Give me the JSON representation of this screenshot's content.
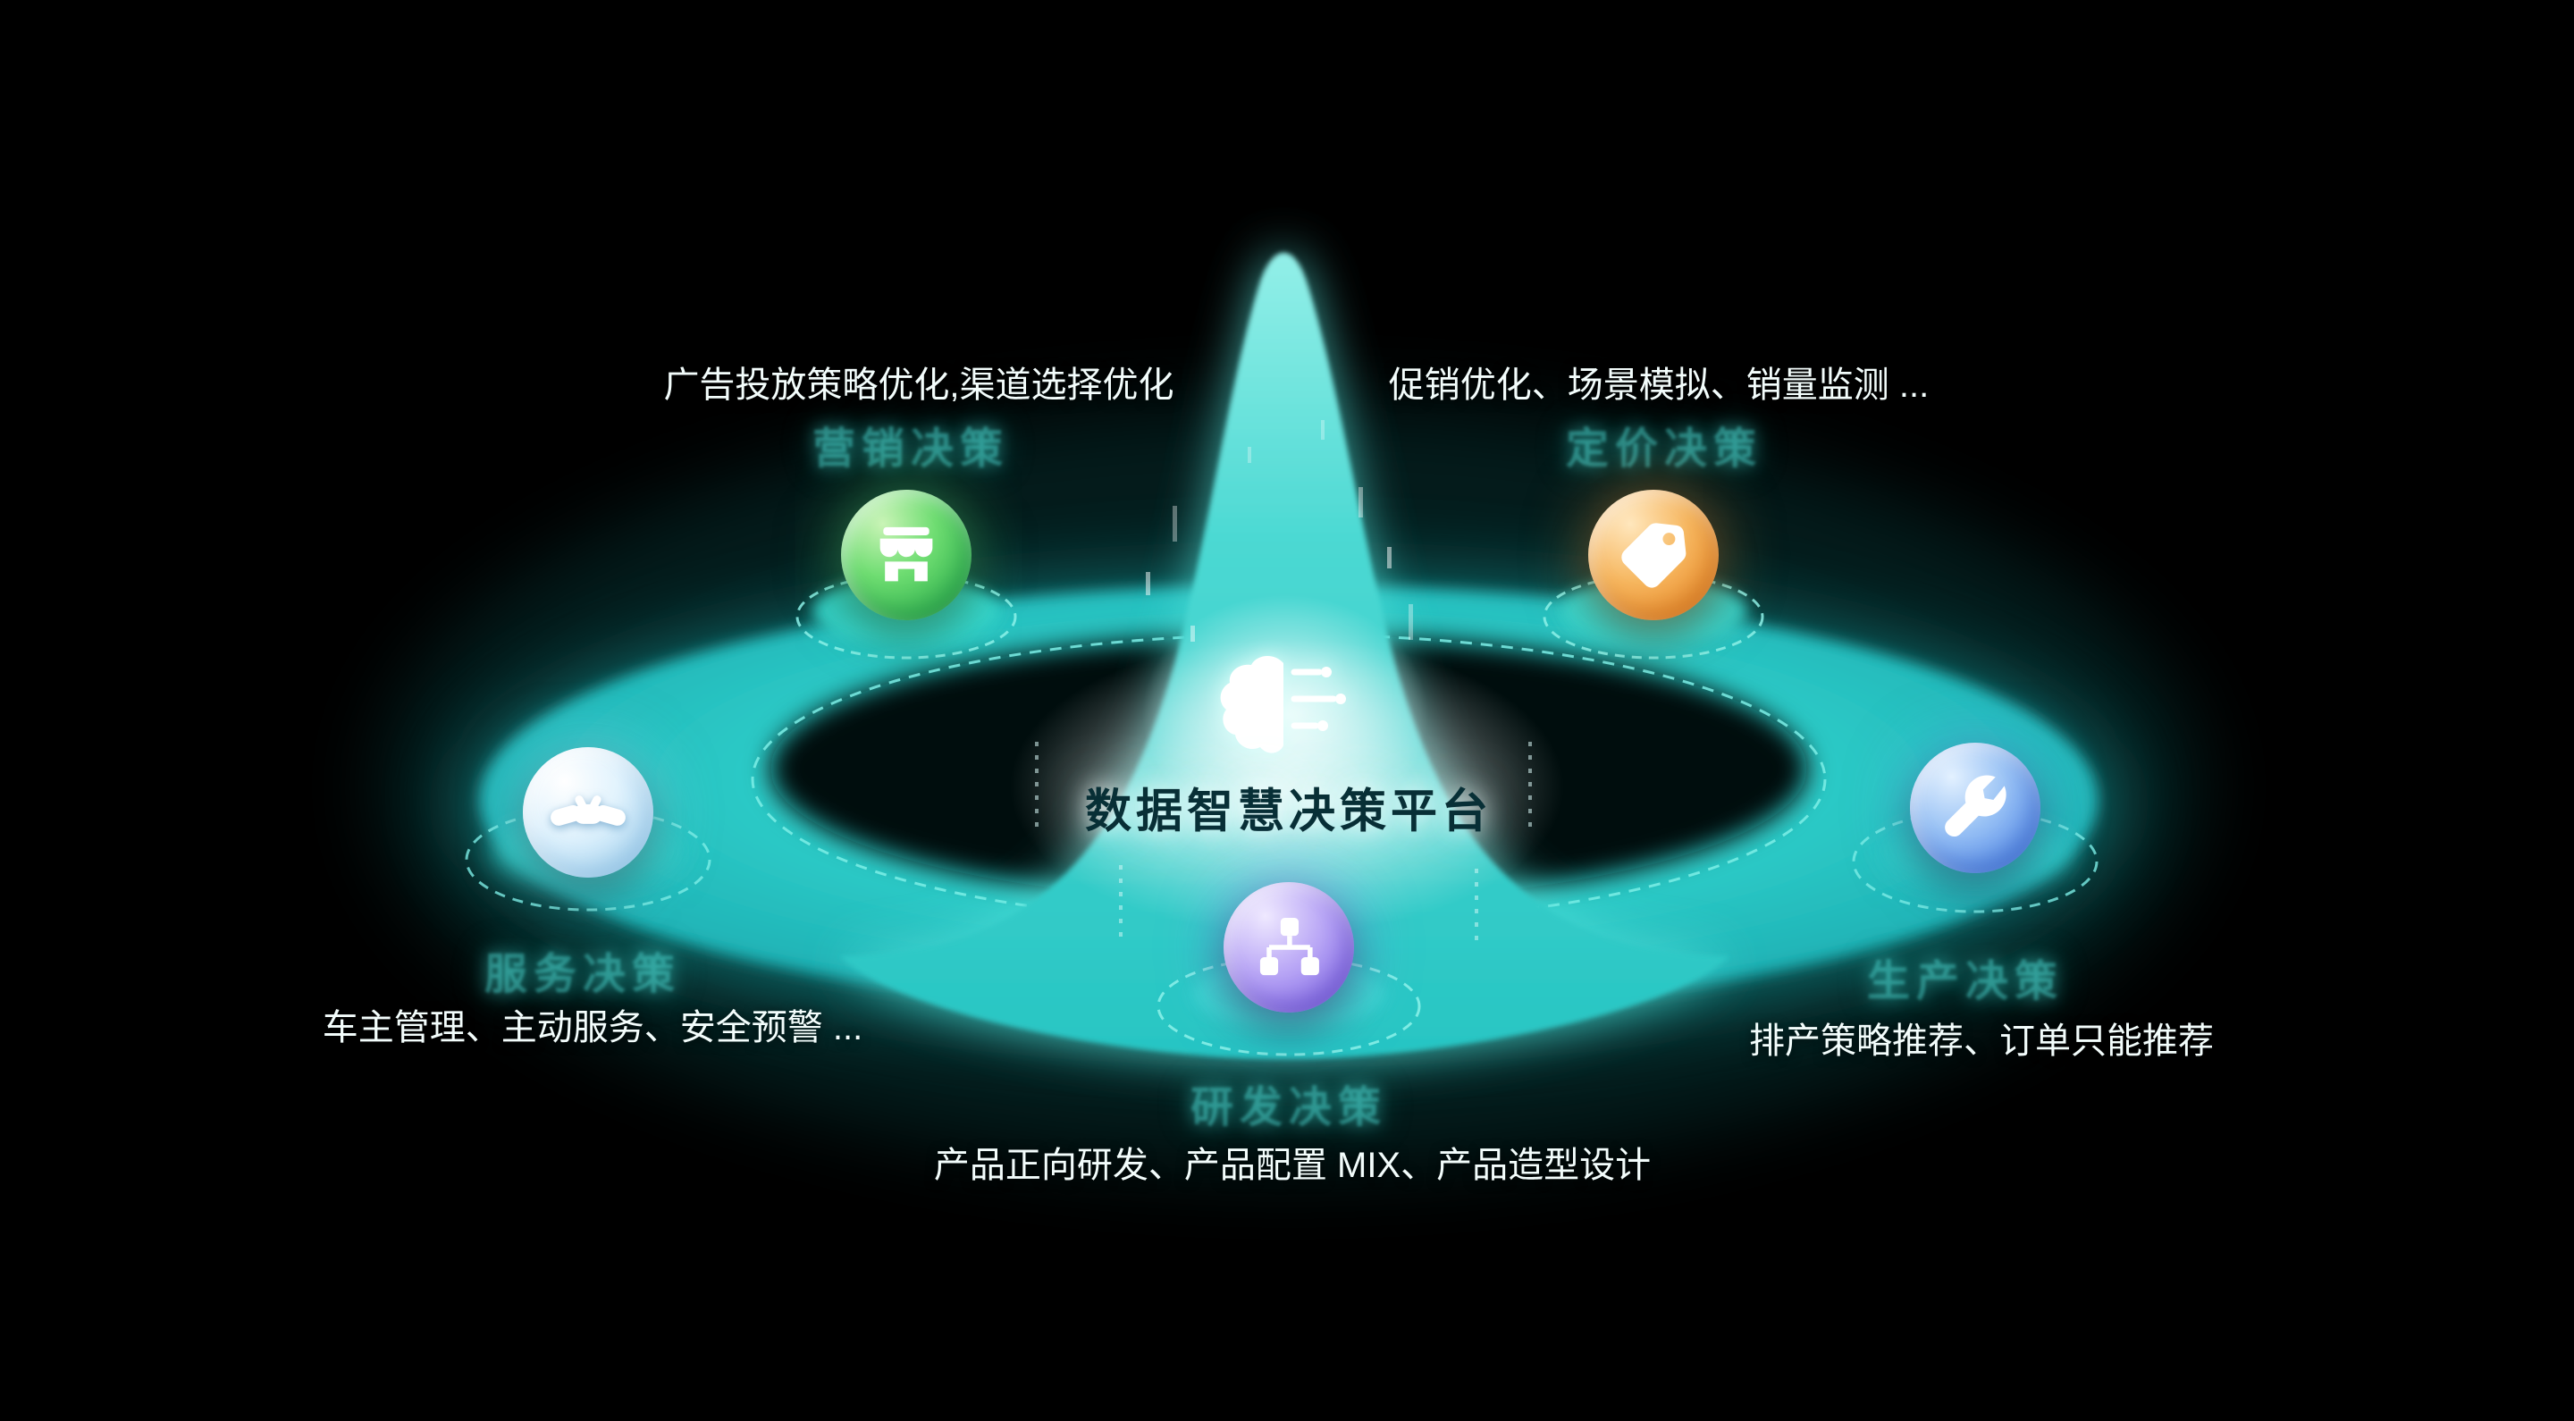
{
  "center": {
    "title": "数据智慧决策平台",
    "icon": "brain-circuit-icon"
  },
  "nodes": [
    {
      "id": "marketing",
      "category": "营销决策",
      "description": "广告投放策略优化,渠道选择优化",
      "icon": "store-icon",
      "accent": "#4ccb5c"
    },
    {
      "id": "pricing",
      "category": "定价决策",
      "description": "促销优化、场景模拟、销量监测 ...",
      "icon": "price-tag-icon",
      "accent": "#f09a40"
    },
    {
      "id": "service",
      "category": "服务决策",
      "description": "车主管理、主动服务、安全预警 ...",
      "icon": "handshake-icon",
      "accent": "#bfe6f8"
    },
    {
      "id": "production",
      "category": "生产决策",
      "description": "排产策略推荐、订单只能推荐",
      "icon": "wrench-icon",
      "accent": "#5b96ee"
    },
    {
      "id": "rnd",
      "category": "研发决策",
      "description": "产品正向研发、产品配置 MIX、产品造型设计",
      "icon": "sitemap-icon",
      "accent": "#8d77ee"
    }
  ],
  "colors": {
    "background": "#000000",
    "platform_teal": "#2bcfca",
    "glow_white": "#ffffff",
    "title_text": "#082f36",
    "label_text": "#f3fdfc",
    "category_text": "#3ec9c2"
  }
}
